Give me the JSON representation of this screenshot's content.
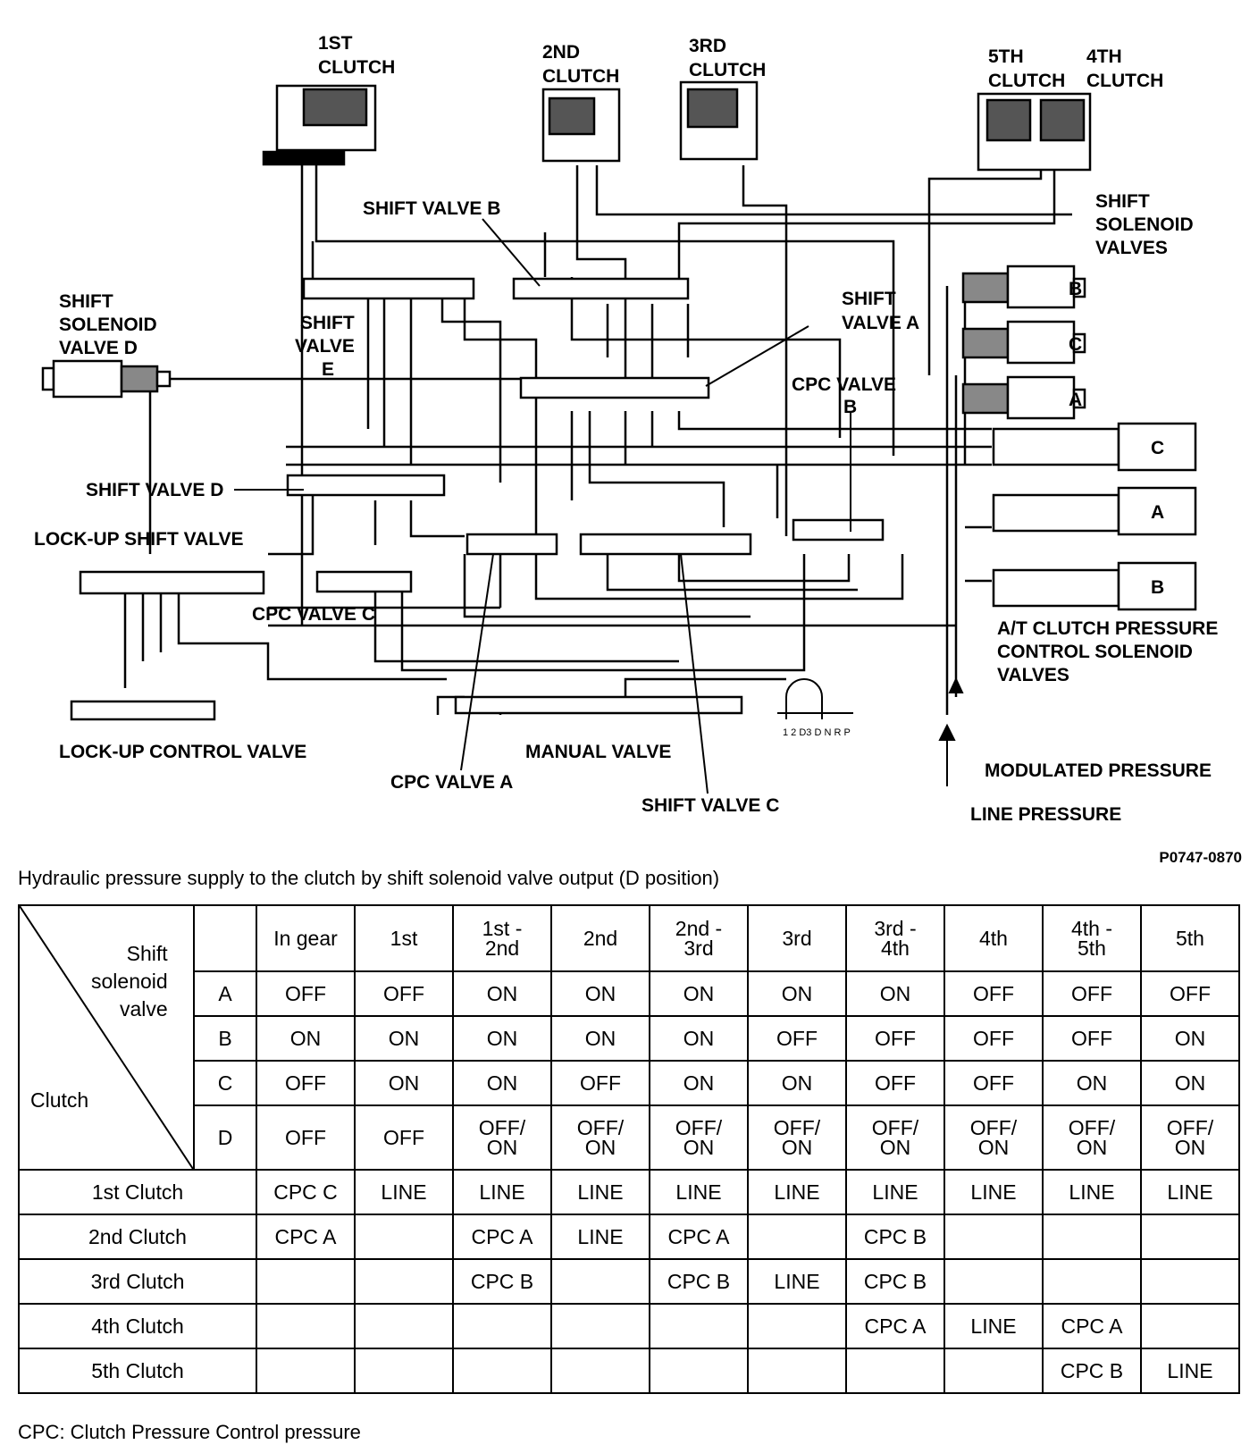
{
  "diagram": {
    "labels": {
      "c1_a": "1ST",
      "c1_b": "CLUTCH",
      "c2_a": "2ND",
      "c2_b": "CLUTCH",
      "c3_a": "3RD",
      "c3_b": "CLUTCH",
      "c5_a": "5TH",
      "c5_b": "CLUTCH",
      "c4_a": "4TH",
      "c4_b": "CLUTCH",
      "ssv_a": "SHIFT",
      "ssv_b": "SOLENOID",
      "ssv_c": "VALVES",
      "ssvd_a": "SHIFT",
      "ssvd_b": "SOLENOID",
      "ssvd_c": "VALVE D",
      "sv_b": "SHIFT VALVE B",
      "sv_e_a": "SHIFT",
      "sv_e_b": "VALVE",
      "sv_e_c": "E",
      "sv_a_a": "SHIFT",
      "sv_a_b": "VALVE A",
      "cpc_b_a": "CPC VALVE",
      "cpc_b_b": "B",
      "sv_d": "SHIFT VALVE D",
      "lock_shift": "LOCK-UP SHIFT VALVE",
      "cpc_c": "CPC VALVE C",
      "lock_ctrl": "LOCK-UP CONTROL VALVE",
      "manual": "MANUAL VALVE",
      "cpc_a": "CPC VALVE A",
      "sv_c": "SHIFT VALVE C",
      "at_a": "A/T CLUTCH PRESSURE",
      "at_b": "CONTROL SOLENOID",
      "at_c": "VALVES",
      "mod": "MODULATED PRESSURE",
      "line": "LINE PRESSURE",
      "sol_b": "B",
      "sol_c": "C",
      "sol_a": "A",
      "pcs_c": "C",
      "pcs_a": "A",
      "pcs_b": "B",
      "selector": "1 2 D3 D N R   P"
    }
  },
  "figure_id": "P0747-0870",
  "caption": "Hydraulic pressure supply to the clutch by shift solenoid valve output (D position)",
  "table": {
    "corner_shift": [
      "Shift",
      "solenoid",
      "valve"
    ],
    "corner_clutch": "Clutch",
    "columns": [
      {
        "label": [
          "In gear"
        ]
      },
      {
        "label": [
          "1st"
        ]
      },
      {
        "label": [
          "1st -",
          "2nd"
        ]
      },
      {
        "label": [
          "2nd"
        ]
      },
      {
        "label": [
          "2nd -",
          "3rd"
        ]
      },
      {
        "label": [
          "3rd"
        ]
      },
      {
        "label": [
          "3rd -",
          "4th"
        ]
      },
      {
        "label": [
          "4th"
        ]
      },
      {
        "label": [
          "4th -",
          "5th"
        ]
      },
      {
        "label": [
          "5th"
        ]
      }
    ],
    "solenoid_rows": [
      {
        "name": "A",
        "values": [
          "OFF",
          "OFF",
          "ON",
          "ON",
          "ON",
          "ON",
          "ON",
          "OFF",
          "OFF",
          "OFF"
        ]
      },
      {
        "name": "B",
        "values": [
          "ON",
          "ON",
          "ON",
          "ON",
          "ON",
          "OFF",
          "OFF",
          "OFF",
          "OFF",
          "ON"
        ]
      },
      {
        "name": "C",
        "values": [
          "OFF",
          "ON",
          "ON",
          "OFF",
          "ON",
          "ON",
          "OFF",
          "OFF",
          "ON",
          "ON"
        ]
      },
      {
        "name": "D",
        "values": [
          "OFF",
          "OFF",
          "OFF/\nON",
          "OFF/\nON",
          "OFF/\nON",
          "OFF/\nON",
          "OFF/\nON",
          "OFF/\nON",
          "OFF/\nON",
          "OFF/\nON"
        ]
      }
    ],
    "clutch_rows": [
      {
        "name": "1st Clutch",
        "values": [
          "CPC C",
          "LINE",
          "LINE",
          "LINE",
          "LINE",
          "LINE",
          "LINE",
          "LINE",
          "LINE",
          "LINE"
        ]
      },
      {
        "name": "2nd Clutch",
        "values": [
          "CPC A",
          "",
          "CPC A",
          "LINE",
          "CPC A",
          "",
          "CPC B",
          "",
          "",
          ""
        ]
      },
      {
        "name": "3rd Clutch",
        "values": [
          "",
          "",
          "CPC B",
          "",
          "CPC B",
          "LINE",
          "CPC B",
          "",
          "",
          ""
        ]
      },
      {
        "name": "4th Clutch",
        "values": [
          "",
          "",
          "",
          "",
          "",
          "",
          "CPC A",
          "LINE",
          "CPC A",
          ""
        ]
      },
      {
        "name": "5th Clutch",
        "values": [
          "",
          "",
          "",
          "",
          "",
          "",
          "",
          "",
          "CPC B",
          "LINE"
        ]
      }
    ]
  },
  "footnote": "CPC: Clutch Pressure Control pressure"
}
